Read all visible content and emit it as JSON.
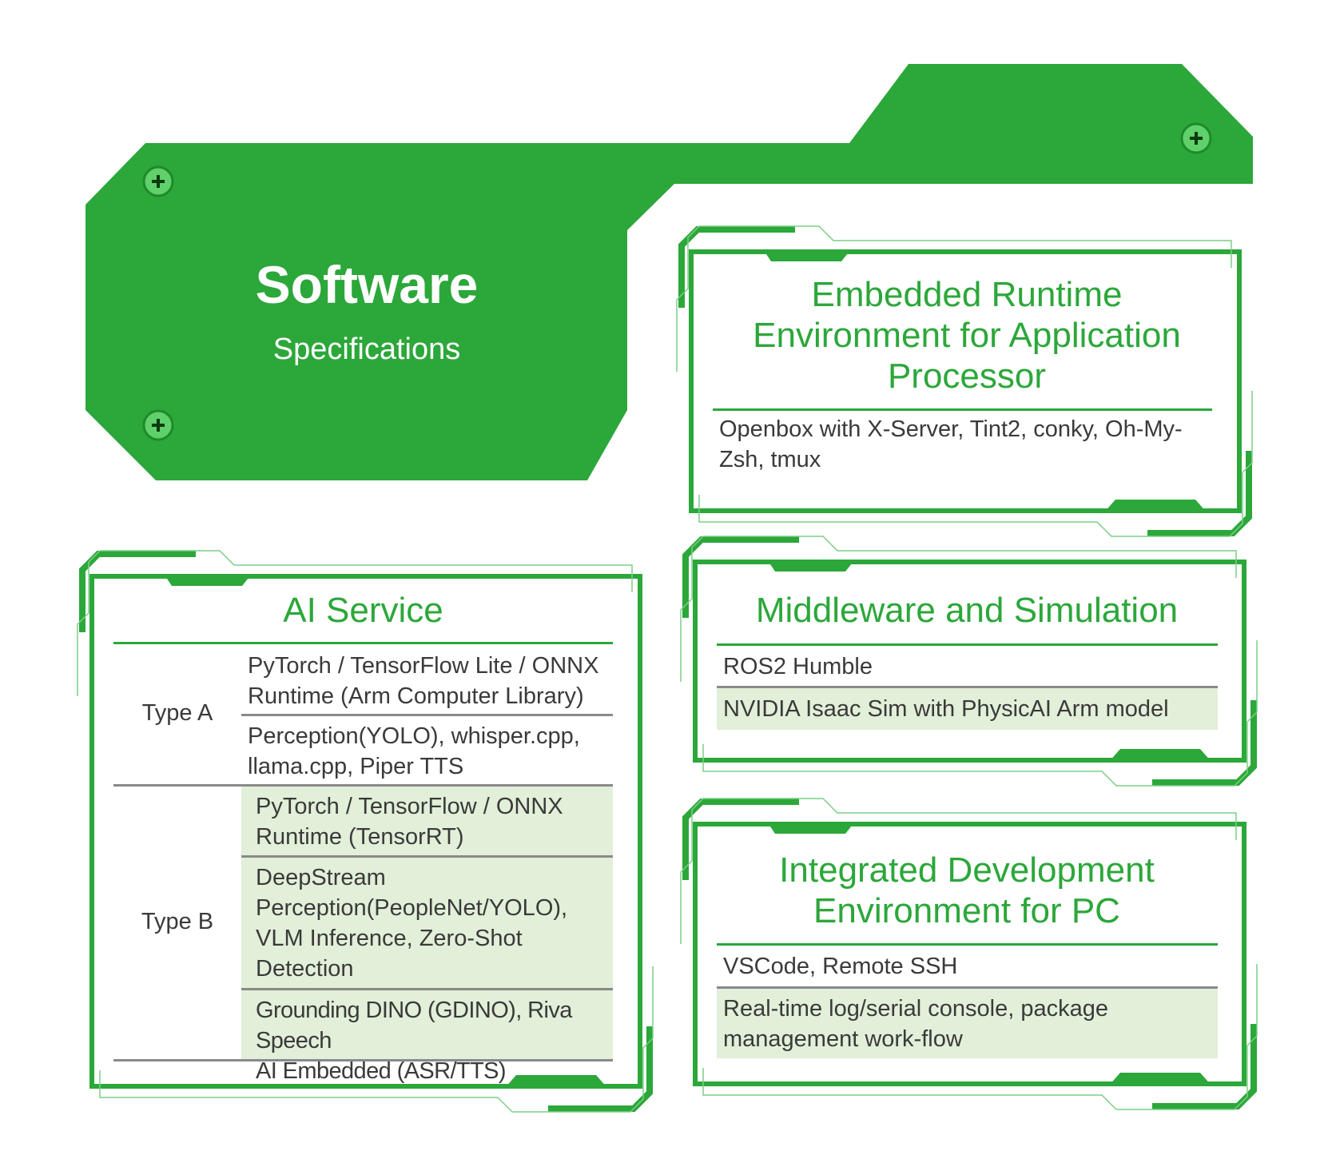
{
  "header": {
    "title": "Software",
    "subtitle": "Specifications"
  },
  "colors": {
    "accent": "#2ca73a",
    "shade": "#e2efd9",
    "rule": "#8a8a8a"
  },
  "embedded_runtime": {
    "title_lines": [
      "Embedded Runtime",
      "Environment for Application",
      "Processor"
    ],
    "body_lines": [
      "Openbox with X-Server, Tint2, conky, Oh-My-",
      "Zsh, tmux"
    ]
  },
  "ai_service": {
    "title": "AI Service",
    "groups": [
      {
        "label": "Type A",
        "rows": [
          {
            "lines": [
              "PyTorch / TensorFlow Lite / ONNX",
              "Runtime (Arm Computer Library)"
            ]
          },
          {
            "lines": [
              "Perception(YOLO), whisper.cpp,",
              "llama.cpp, Piper TTS"
            ]
          }
        ]
      },
      {
        "label": "Type B",
        "rows": [
          {
            "lines": [
              "PyTorch / TensorFlow / ONNX",
              "Runtime (TensorRT)"
            ]
          },
          {
            "lines": [
              "DeepStream",
              "Perception(PeopleNet/YOLO),",
              "VLM Inference, Zero-Shot",
              "Detection"
            ]
          },
          {
            "lines": [
              "Grounding DINO (GDINO), Riva Speech",
              "AI Embedded (ASR/TTS)"
            ]
          }
        ]
      }
    ]
  },
  "middleware": {
    "title": "Middleware and Simulation",
    "rows": [
      "ROS2 Humble",
      "NVIDIA Isaac Sim with PhysicAI Arm model"
    ]
  },
  "ide": {
    "title_lines": [
      "Integrated Development",
      "Environment for PC"
    ],
    "rows": [
      {
        "lines": [
          "VSCode, Remote SSH"
        ]
      },
      {
        "lines": [
          "Real-time log/serial console, package",
          "management work-flow"
        ]
      }
    ]
  }
}
